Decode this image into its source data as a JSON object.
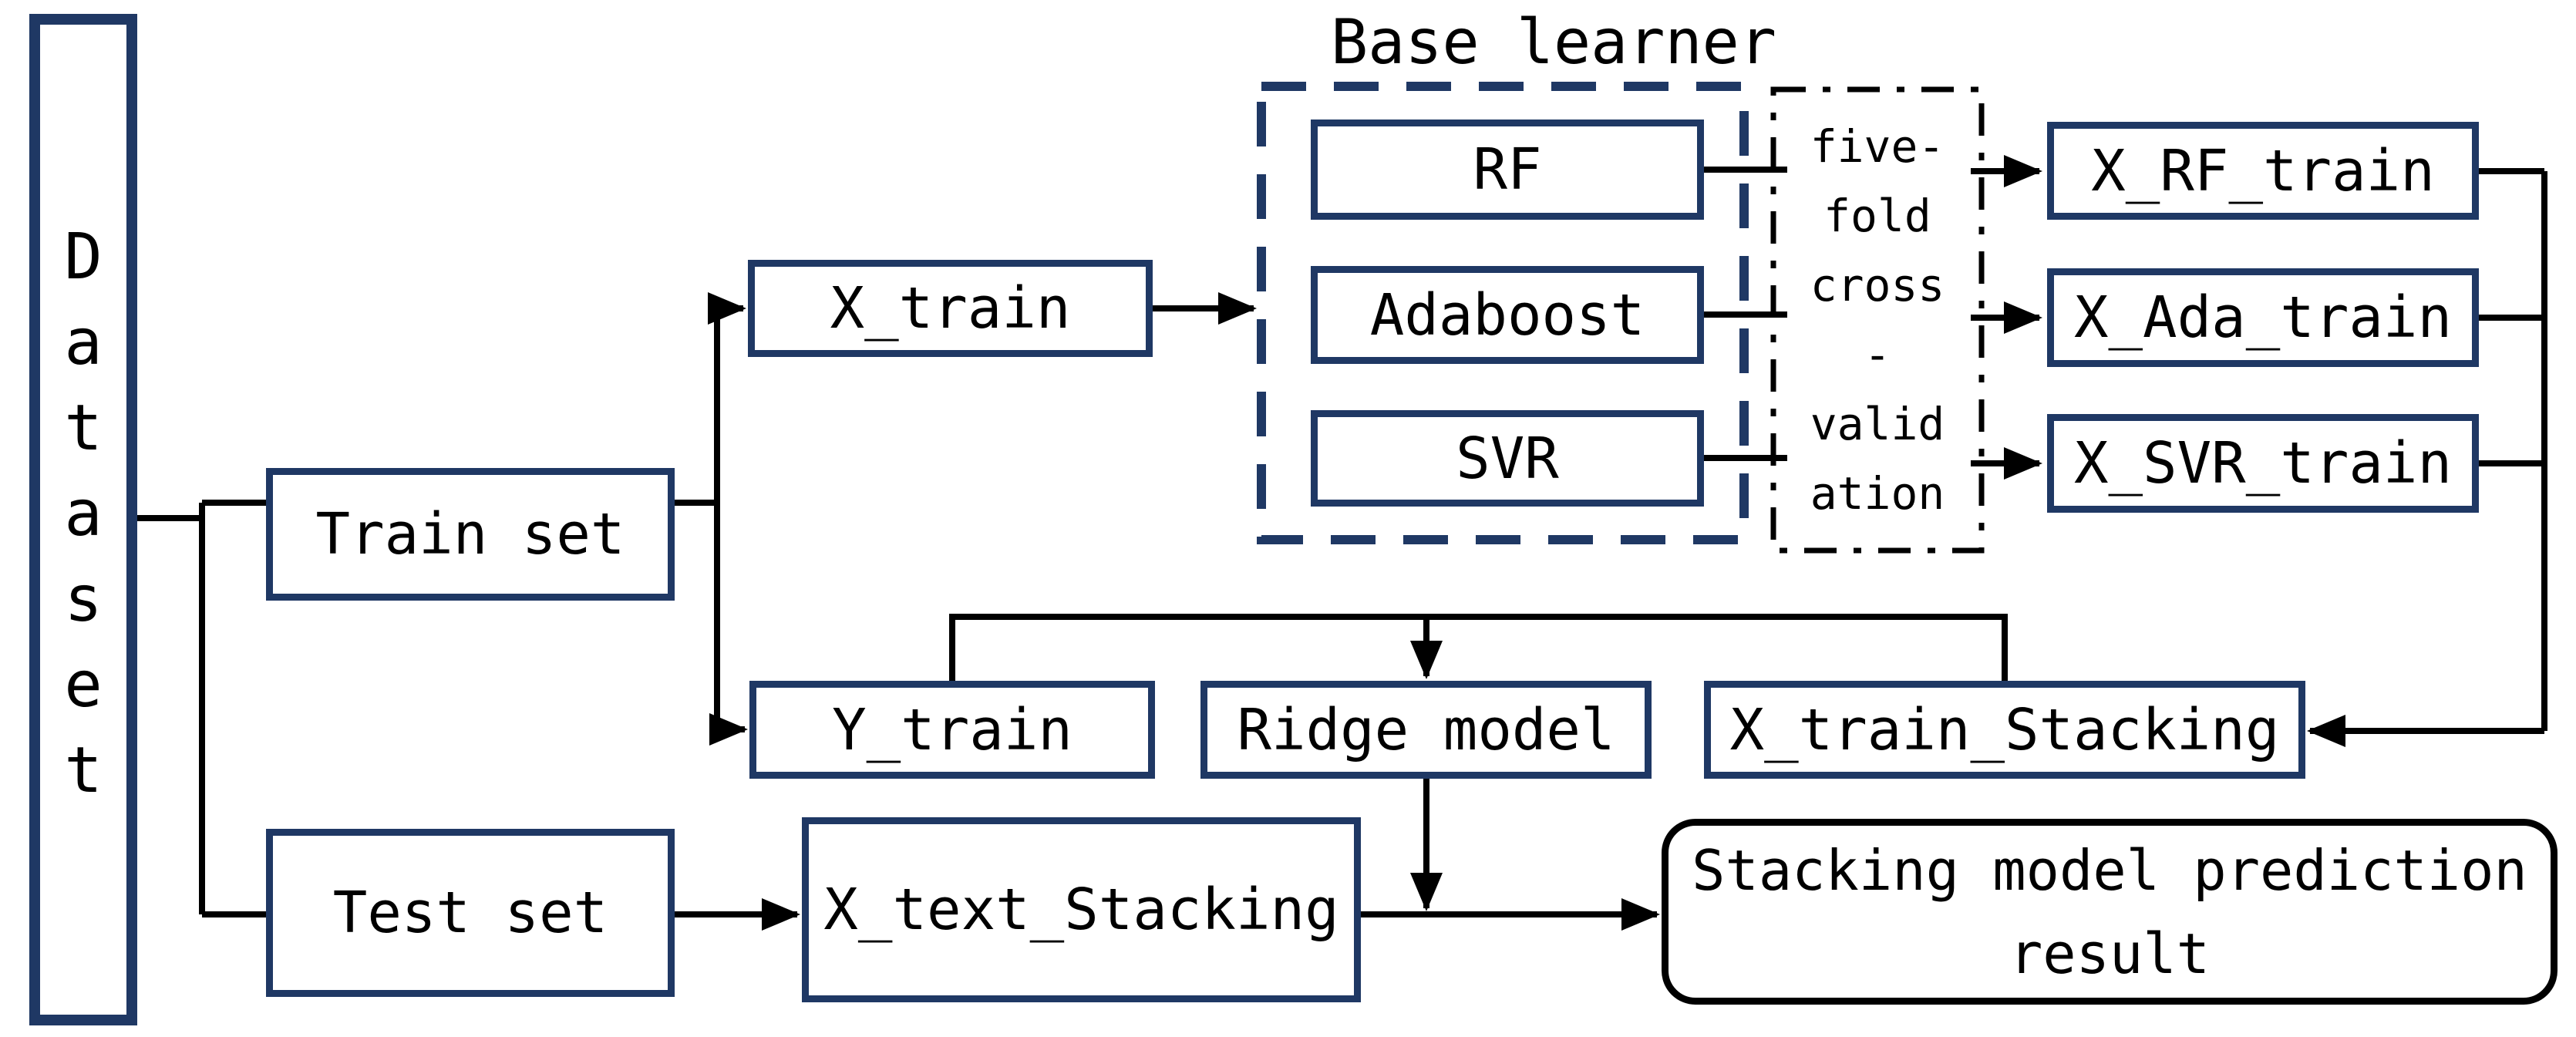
{
  "diagram": {
    "group_label": "Base learner",
    "nodes": {
      "dataset": {
        "label": "Dataset"
      },
      "train_set": {
        "label": "Train set"
      },
      "test_set": {
        "label": "Test set"
      },
      "x_train": {
        "label": "X_train"
      },
      "y_train": {
        "label": "Y_train"
      },
      "rf": {
        "label": "RF"
      },
      "adaboost": {
        "label": "Adaboost"
      },
      "svr": {
        "label": "SVR"
      },
      "cv_note": {
        "label": "five-\nfold\ncross\n-\nvalid\nation"
      },
      "x_rf_train": {
        "label": "X_RF_train"
      },
      "x_ada_train": {
        "label": "X_Ada_train"
      },
      "x_svr_train": {
        "label": "X_SVR_train"
      },
      "ridge_model": {
        "label": "Ridge model"
      },
      "x_train_stacking": {
        "label": "X_train_Stacking"
      },
      "x_text_stacking": {
        "label": "X_text_Stacking"
      },
      "result": {
        "label": "Stacking model prediction\nresult"
      }
    },
    "colors": {
      "navy": "#1f3864",
      "line": "#000000",
      "background": "#ffffff"
    }
  }
}
